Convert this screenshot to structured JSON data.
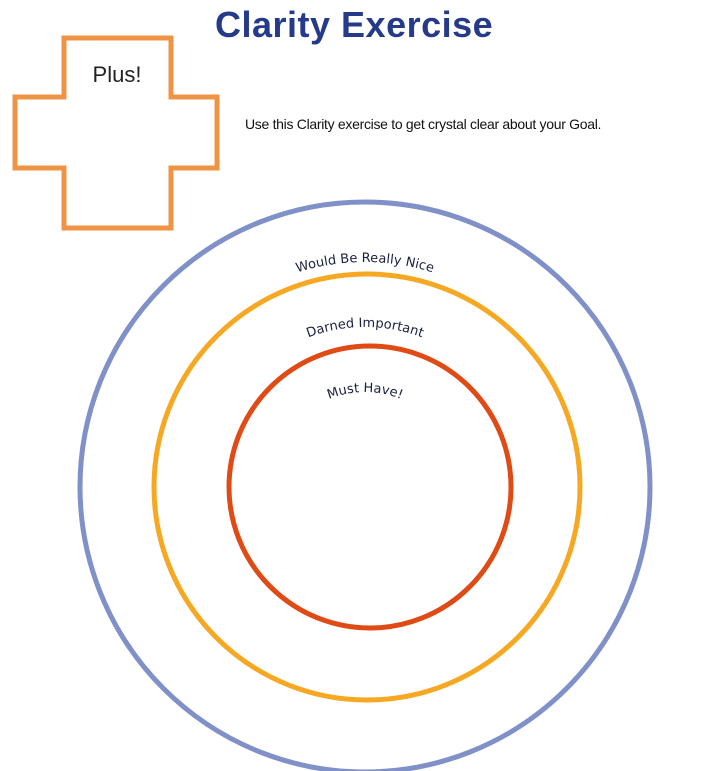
{
  "title": "Clarity Exercise",
  "intro": "Use this Clarity exercise to get crystal clear about your Goal.",
  "plus_box": {
    "label": "Plus!",
    "color": "#ef9444"
  },
  "rings": [
    {
      "label": "Would Be Really Nice",
      "color": "#8090c8"
    },
    {
      "label": "Darned Important",
      "color": "#f7a823"
    },
    {
      "label": "Must Have!",
      "color": "#e04a14"
    }
  ]
}
